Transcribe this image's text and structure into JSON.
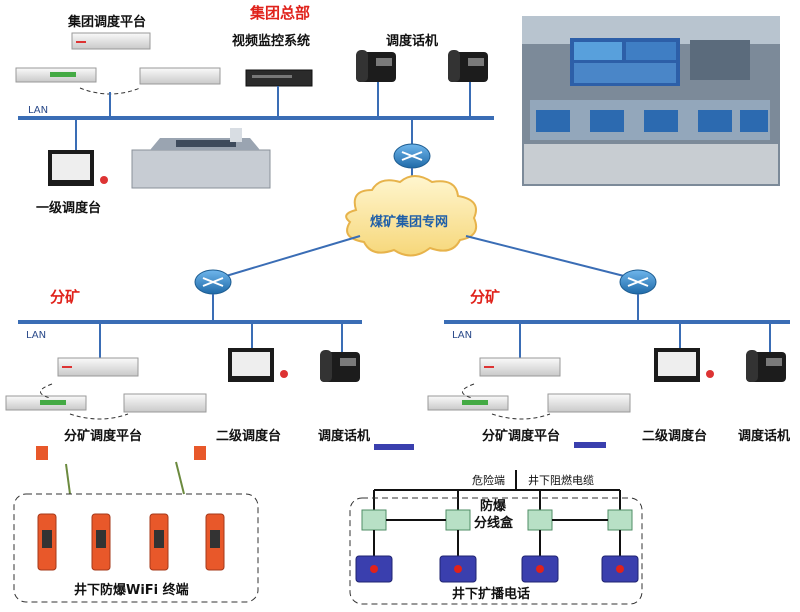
{
  "headquarters": {
    "title": "集团总部",
    "dispatch_platform": "集团调度平台",
    "video_system": "视频监控系统",
    "phone": "调度话机",
    "console": "一级调度台",
    "lan": "LAN"
  },
  "network": {
    "label": "煤矿集团专网"
  },
  "branch_left": {
    "title": "分矿",
    "lan": "LAN",
    "platform": "分矿调度平台",
    "console": "二级调度台",
    "phone": "调度话机"
  },
  "branch_right": {
    "title": "分矿",
    "lan": "LAN",
    "platform": "分矿调度平台",
    "console": "二级调度台",
    "phone": "调度话机"
  },
  "underground_wifi": {
    "label": "井下防爆WiFi 终端"
  },
  "underground_broadcast": {
    "danger_side": "危险端",
    "cable": "井下阻燃电缆",
    "box_line1": "防爆",
    "box_line2": "分线盒",
    "label": "井下扩播电话"
  },
  "colors": {
    "lan_line": "#3a6db5",
    "accent_red": "#e0221b",
    "router": "#2f86c9",
    "cloud": "#fde9a8",
    "wifi_orange": "#e8582a",
    "box_green": "#b8e0c6",
    "speaker_blue": "#3a3fae"
  }
}
